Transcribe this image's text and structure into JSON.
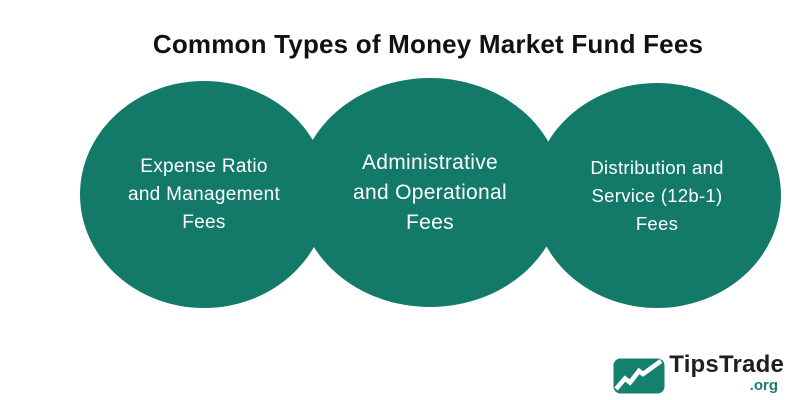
{
  "title": "Common Types of Money Market Fund Fees",
  "bubbles": [
    {
      "label": "Expense Ratio and Management Fees",
      "lines": [
        "Expense Ratio",
        "and Management",
        "Fees"
      ]
    },
    {
      "label": "Administrative and Operational Fees",
      "lines": [
        "Administrative",
        "and Operational",
        "Fees"
      ]
    },
    {
      "label": "Distribution and Service (12b-1) Fees",
      "lines": [
        "Distribution and",
        "Service (12b-1)",
        "Fees"
      ]
    }
  ],
  "logo": {
    "wordmark": "TipsTrade",
    "tld": ".org",
    "icon": "trend-chart-icon"
  },
  "colors": {
    "bubble": "#137a6a",
    "bubbleText": "#ffffff",
    "titleColor": "#111111",
    "logoText": "#1f1f1f",
    "logoGreen": "#15806d"
  }
}
